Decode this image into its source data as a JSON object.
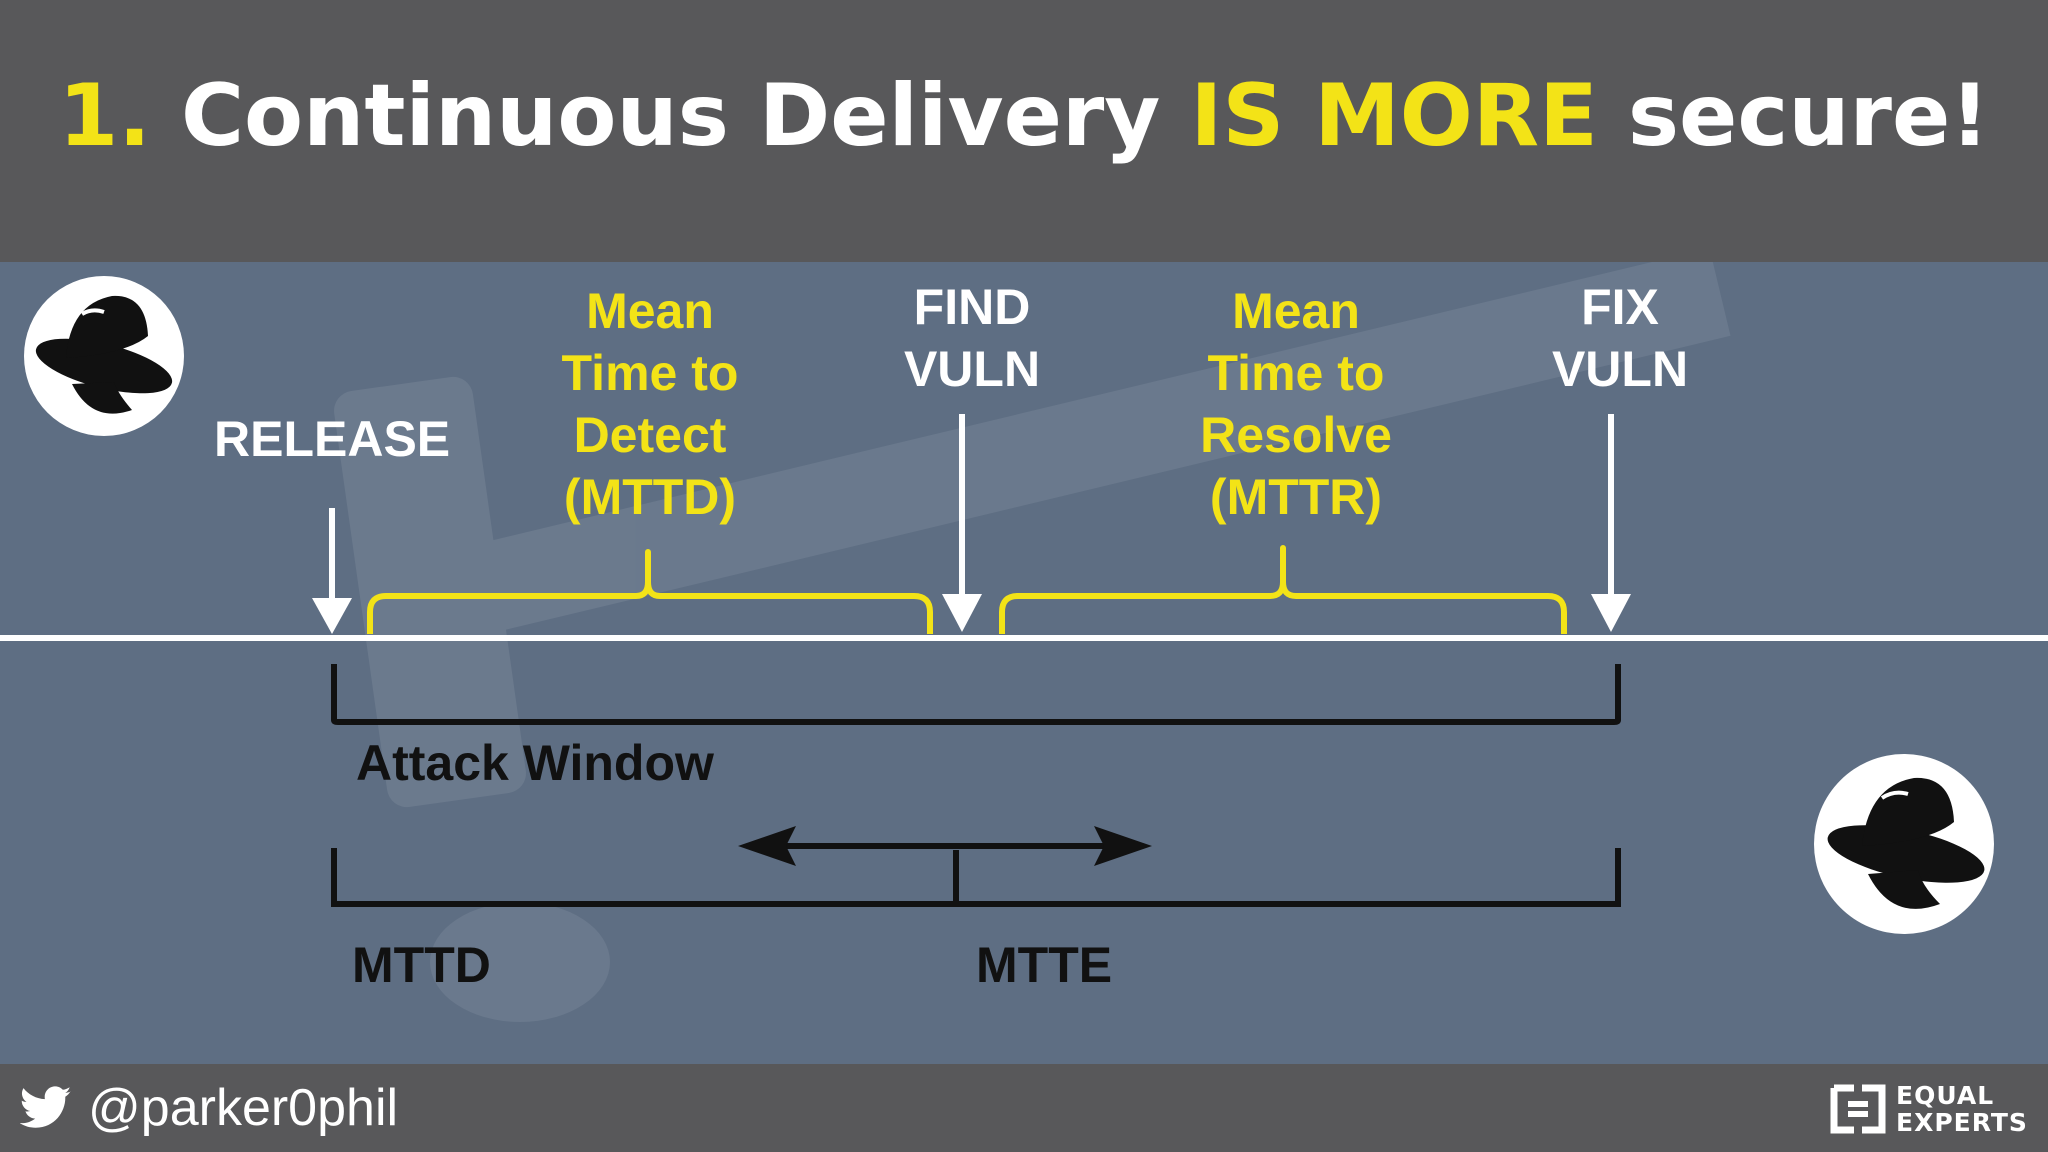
{
  "slide": {
    "title_number": "1.",
    "title_main": "Continuous Delivery",
    "title_highlight": "IS MORE",
    "title_end": "secure!"
  },
  "diagram": {
    "release": "RELEASE",
    "mttd_label": [
      "Mean",
      "Time to",
      "Detect",
      "(MTTD)"
    ],
    "find_vuln": [
      "FIND",
      "VULN"
    ],
    "mttr_label": [
      "Mean",
      "Time to",
      "Resolve",
      "(MTTR)"
    ],
    "fix_vuln": [
      "FIX",
      "VULN"
    ],
    "attack_window": "Attack Window",
    "mttd": "MTTD",
    "mtte": "MTTE"
  },
  "footer": {
    "twitter_handle": "@parker0phil",
    "logo_text": [
      "EQUAL",
      "EXPERTS"
    ]
  },
  "colors": {
    "title_bg": "#58585a",
    "diagram_bg": "#5e6e83",
    "accent_yellow": "#f3e317",
    "white": "#ffffff",
    "black": "#111111"
  },
  "icons": [
    "red-hat-shadowman-icon",
    "twitter-bird-icon",
    "equal-experts-logo-icon"
  ]
}
